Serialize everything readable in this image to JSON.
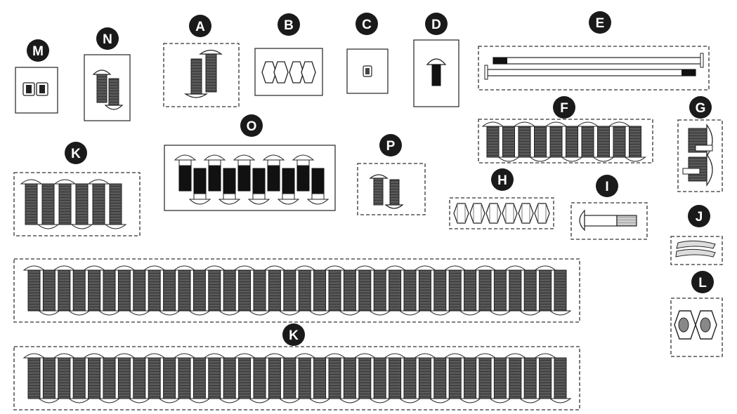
{
  "colors": {
    "badge": "#1a1a1a",
    "badge_text": "#ffffff",
    "outline": "#333333",
    "screw_dark": "#4a4a4a",
    "screw_black": "#111111",
    "light": "#ffffff"
  },
  "parts": [
    {
      "id": "A",
      "label": "A",
      "kind": "screws",
      "count": 2,
      "box": "dashed"
    },
    {
      "id": "B",
      "label": "B",
      "kind": "hex-nuts",
      "count": 4,
      "box": "solid"
    },
    {
      "id": "C",
      "label": "C",
      "kind": "small-nut",
      "count": 1,
      "box": "solid"
    },
    {
      "id": "D",
      "label": "D",
      "kind": "short-screw",
      "count": 1,
      "box": "solid"
    },
    {
      "id": "E",
      "label": "E",
      "kind": "long-rods",
      "count": 2,
      "box": "dashed"
    },
    {
      "id": "F",
      "label": "F",
      "kind": "screw-row",
      "count": 10,
      "box": "dashed"
    },
    {
      "id": "G",
      "label": "G",
      "kind": "sideways-screws",
      "count": 2,
      "box": "dashed"
    },
    {
      "id": "H",
      "label": "H",
      "kind": "hex-nuts",
      "count": 6,
      "box": "dashed"
    },
    {
      "id": "I",
      "label": "I",
      "kind": "bolt",
      "count": 1,
      "box": "dashed"
    },
    {
      "id": "J",
      "label": "J",
      "kind": "washers",
      "count": 2,
      "box": "dashed"
    },
    {
      "id": "K1",
      "label": "K",
      "kind": "screw-row",
      "count": 6,
      "box": "dashed"
    },
    {
      "id": "K2",
      "label": "K",
      "kind": "screw-row-long",
      "count": 36,
      "box": "dashed"
    },
    {
      "id": "L",
      "label": "L",
      "kind": "large-nuts",
      "count": 2,
      "box": "dashed"
    },
    {
      "id": "M",
      "label": "M",
      "kind": "small-nuts",
      "count": 2,
      "box": "solid"
    },
    {
      "id": "N",
      "label": "N",
      "kind": "screws",
      "count": 2,
      "box": "solid"
    },
    {
      "id": "O",
      "label": "O",
      "kind": "black-screw-row",
      "count": 10,
      "box": "solid"
    },
    {
      "id": "P",
      "label": "P",
      "kind": "screws",
      "count": 2,
      "box": "dashed"
    }
  ]
}
